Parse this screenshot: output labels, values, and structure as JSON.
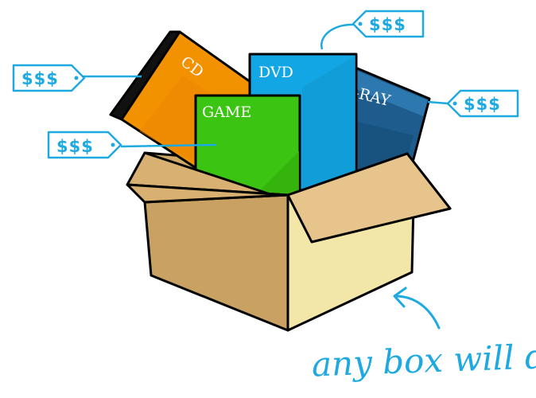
{
  "items": {
    "cd": "CD",
    "dvd": "DVD",
    "bluray": "-RAY",
    "game": "GAME"
  },
  "price_tags": {
    "cd": "$$$",
    "dvd": "$$$",
    "bluray": "$$$",
    "game": "$$$"
  },
  "caption": "any box will do",
  "colors": {
    "accent": "#1FA9E1",
    "cd": "#F39200",
    "dvd": "#13A6E4",
    "bluray": "#1D5C8C",
    "game": "#3BC411",
    "box_light": "#F2E6A9",
    "box_mid": "#D4B06E",
    "box_dark": "#C49A5A"
  }
}
